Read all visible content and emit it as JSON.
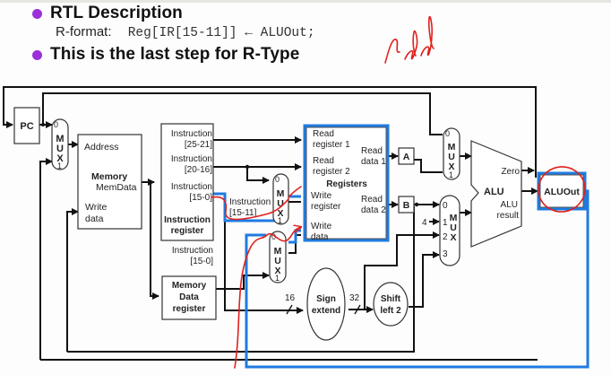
{
  "slide": {
    "bullets": [
      {
        "title": "RTL Description"
      },
      {
        "title": "This is the last step for R-Type"
      }
    ],
    "rtl": {
      "format_label": "R-format:",
      "statement": "Reg[IR[15-11]] ← ALUOut;"
    },
    "handwritten_note": "add",
    "colors": {
      "bullet": "#9b30d9",
      "highlight_path": "#1f7be0",
      "annotation": "#e0211d"
    }
  },
  "diagram": {
    "pc": {
      "label": "PC"
    },
    "mux_pc": {
      "label": [
        "M",
        "U",
        "X"
      ],
      "inputs": [
        "0",
        "1"
      ]
    },
    "memory": {
      "address": "Address",
      "title": "Memory",
      "memdata": "MemData",
      "write_data_1": "Write",
      "write_data_2": "data"
    },
    "instruction_register": {
      "fields": [
        {
          "line1": "Instruction",
          "line2": "[25-21]"
        },
        {
          "line1": "Instruction",
          "line2": "[20-16]"
        },
        {
          "line1": "Instruction",
          "line2": "[15-0]"
        }
      ],
      "title_1": "Instruction",
      "title_2": "register"
    },
    "ir_below": {
      "line1": "Instruction",
      "line2": "[15-0]"
    },
    "instr_15_11": {
      "line1": "Instruction",
      "line2": "[15-11]"
    },
    "mdr": {
      "line1": "Memory",
      "line2": "Data",
      "line3": "register"
    },
    "mux_regdst": {
      "label": [
        "M",
        "U",
        "X"
      ],
      "inputs": [
        "0",
        "1"
      ]
    },
    "mux_memtoreg": {
      "label": [
        "M",
        "U",
        "X"
      ],
      "inputs": [
        "0",
        "1"
      ]
    },
    "registers": {
      "read_reg1": [
        "Read",
        "register 1"
      ],
      "read_reg2": [
        "Read",
        "register 2"
      ],
      "title": "Registers",
      "write_reg": [
        "Write",
        "register"
      ],
      "write_data": [
        "Write",
        "data"
      ],
      "read_data1": [
        "Read",
        "data 1"
      ],
      "read_data2": [
        "Read",
        "data 2"
      ]
    },
    "reg_a": {
      "label": "A"
    },
    "reg_b": {
      "label": "B"
    },
    "mux_alu_a": {
      "label": [
        "M",
        "U",
        "X"
      ],
      "inputs": [
        "0",
        "1"
      ]
    },
    "mux_alu_b": {
      "label": [
        "M",
        "U",
        "X"
      ],
      "inputs": [
        "0",
        "1",
        "2",
        "3"
      ],
      "const_four": "4"
    },
    "alu": {
      "label": "ALU",
      "zero": "Zero",
      "result_1": "ALU",
      "result_2": "result"
    },
    "aluout": {
      "label": "ALUOut"
    },
    "sign_extend": {
      "line1": "Sign",
      "line2": "extend"
    },
    "shift_left": {
      "line1": "Shift",
      "line2": "left 2"
    },
    "bus_widths": {
      "in": "16",
      "out": "32"
    }
  }
}
